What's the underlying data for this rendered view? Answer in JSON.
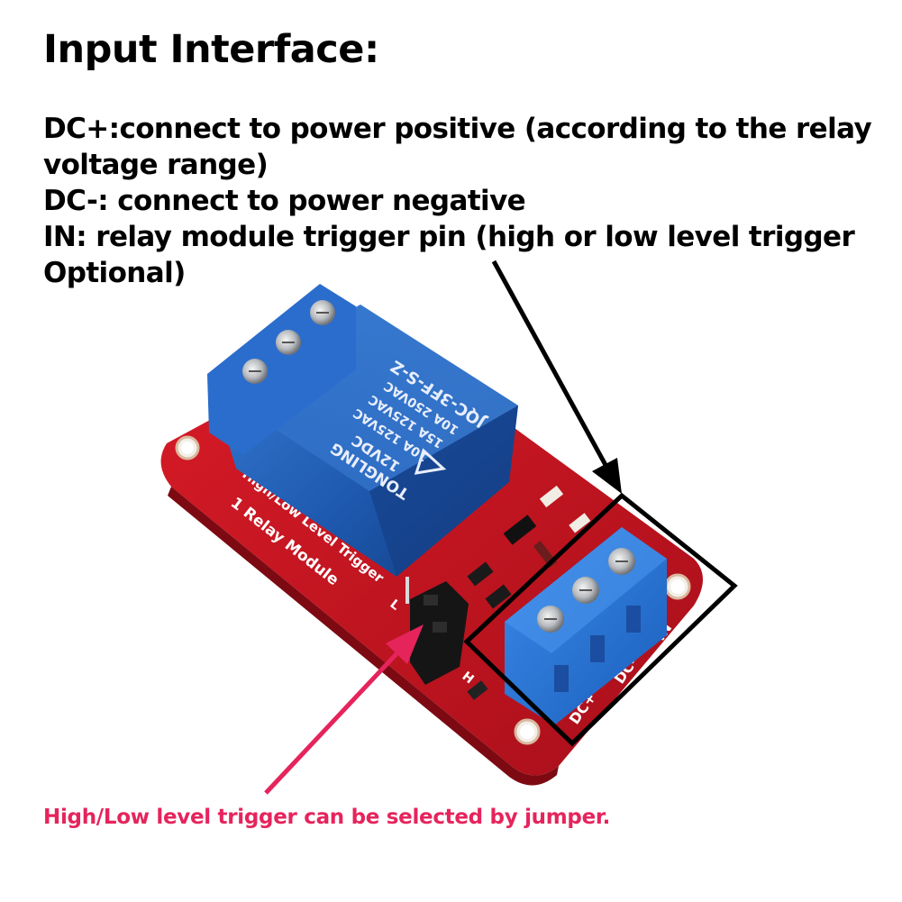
{
  "heading": "Input Interface:",
  "lines": [
    "DC+:connect to power positive (according to the relay",
    "voltage range)",
    "DC-: connect to power negative",
    "IN: relay module trigger pin (high or low level trigger",
    "Optional)"
  ],
  "caption": "High/Low level trigger can be selected by jumper.",
  "colors": {
    "caption": "#e6245c",
    "pcb": "#c8141f",
    "relay": "#1f5fb8",
    "terminal": "#2a78d6",
    "arrow_black": "#000000",
    "arrow_pink": "#e6245c"
  },
  "board_labels": {
    "relay_model": "JQC-3FF-S-Z",
    "relay_rating1": "10A 250VAC",
    "relay_rating2": "15A 125VAC",
    "relay_rating3": "10A 125VAC",
    "relay_coil": "12VDC",
    "relay_brand": "TONGLING",
    "module_text1": "1 Relay Module",
    "module_text2": "High/Low Level Trigger",
    "pin_dcplus": "DC+",
    "pin_dcminus": "DC-",
    "pin_in": "IN",
    "jumper_h": "H",
    "jumper_l": "L"
  }
}
